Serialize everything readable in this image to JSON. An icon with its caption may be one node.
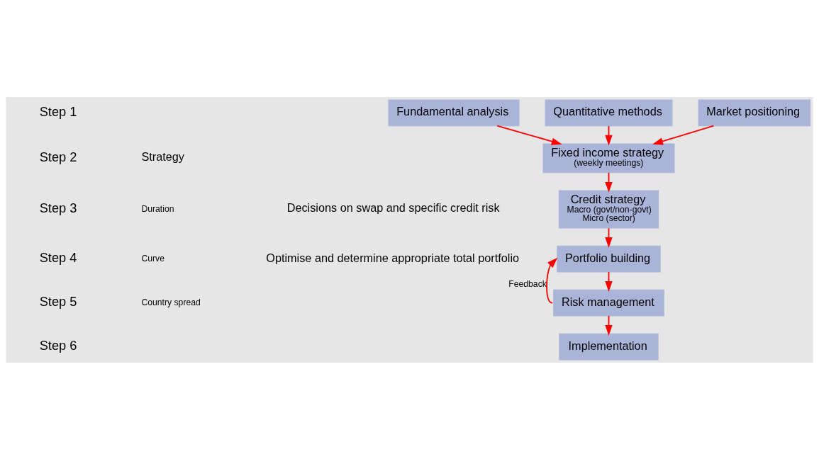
{
  "diagram": {
    "nodes": [
      {
        "text": [
          "Fundamental analysis"
        ]
      },
      {
        "text": [
          "Quantitative methods"
        ]
      },
      {
        "text": [
          "Market positioning"
        ]
      },
      {
        "text": [
          "Fixed income strategy",
          "(weekly meetings)"
        ]
      },
      {
        "text": [
          "Credit strategy",
          "Macro (govt/non-govt)",
          "Micro (sector)"
        ]
      },
      {
        "text": [
          "Portfolio building"
        ]
      },
      {
        "text": [
          "Risk management"
        ]
      },
      {
        "text": [
          "Implementation"
        ]
      }
    ],
    "edges": [
      {
        "from": 0,
        "to": 3,
        "arrow": "to"
      },
      {
        "from": 1,
        "to": 3,
        "arrow": "to"
      },
      {
        "from": 2,
        "to": 3,
        "arrow": "to"
      },
      {
        "from": 3,
        "to": 4,
        "arrow": "to"
      },
      {
        "from": 4,
        "to": 5,
        "arrow": "to"
      },
      {
        "from": 5,
        "to": 6,
        "arrow": "to"
      },
      {
        "from": 6,
        "to": 5,
        "arrow": "to",
        "label": "Feedback"
      },
      {
        "from": 6,
        "to": 7,
        "arrow": "to"
      }
    ],
    "labels": [
      "Step 1",
      "Step 2",
      "Strategy",
      "Duration",
      "Curve",
      "Country spread",
      "Step 3",
      "Decisions on swap and specific credit risk",
      "Step 4",
      "Optimise and determine appropriate total portfolio",
      "Step 5",
      "Step 6"
    ]
  }
}
